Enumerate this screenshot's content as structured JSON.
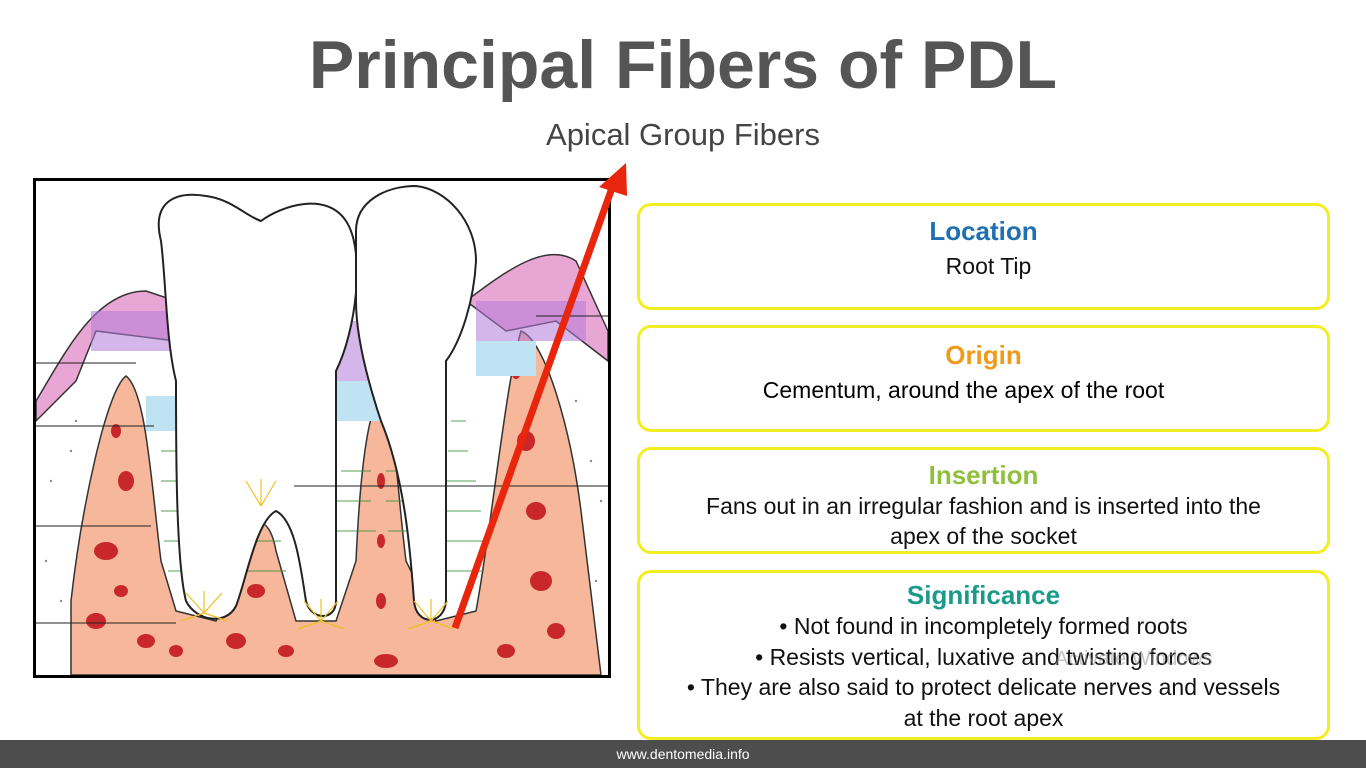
{
  "slide": {
    "title": "Principal Fibers of PDL",
    "subtitle": "Apical Group Fibers"
  },
  "cards": [
    {
      "heading": "Location",
      "lines": [
        "Root Tip"
      ]
    },
    {
      "heading": "Origin",
      "lines": [
        "Cementum, around the apex of the root"
      ]
    },
    {
      "heading": "Insertion",
      "lines": [
        "Fans out in an irregular fashion and is inserted into the",
        "apex of the socket"
      ]
    },
    {
      "heading": "Significance",
      "lines": [
        "• Not found in incompletely formed roots",
        "• Resists vertical, luxative and twisting forces",
        "• They are also said to protect delicate nerves and vessels",
        "at the root apex"
      ]
    }
  ],
  "watermark": "Activate Windows",
  "footer": "www.dentomedia.info",
  "colors": {
    "title": "#555555",
    "card_border": "#f2ee22",
    "location": "#1f6fb2",
    "origin": "#ef9a1a",
    "insertion": "#8fbf3b",
    "significance": "#1a9a8a",
    "arrow": "#e8260e"
  }
}
